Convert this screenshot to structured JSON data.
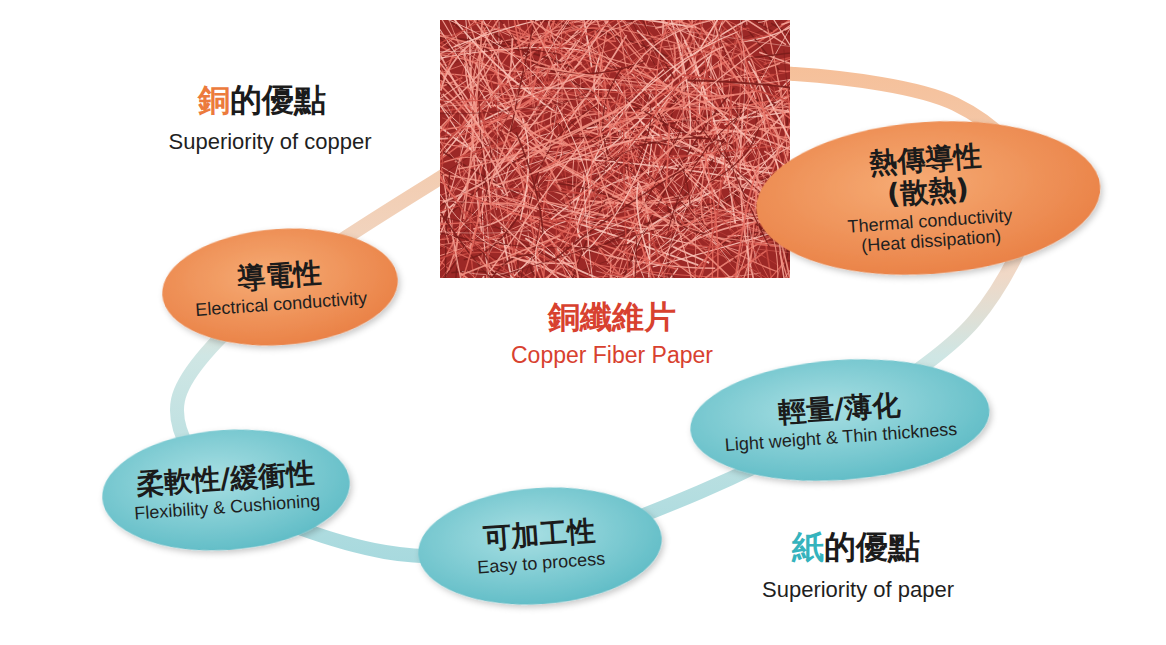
{
  "diagram": {
    "nodes": [
      {
        "text": [
          "導電性",
          "Electrical conductivity"
        ]
      },
      {
        "text": [
          "熱傳導性 (散熱)",
          "Thermal conductivity (Heat dissipation)"
        ]
      },
      {
        "text": [
          "輕量/薄化",
          "Light weight & Thin thickness"
        ]
      },
      {
        "text": [
          "可加工性",
          "Easy to process"
        ]
      },
      {
        "text": [
          "柔軟性/緩衝性",
          "Flexibility & Cushioning"
        ]
      }
    ],
    "labels": [
      "銅的優點",
      "Superiority of copper",
      "銅纖維片",
      "Copper Fiber Paper",
      "紙的優點",
      "Superiority of paper"
    ]
  }
}
